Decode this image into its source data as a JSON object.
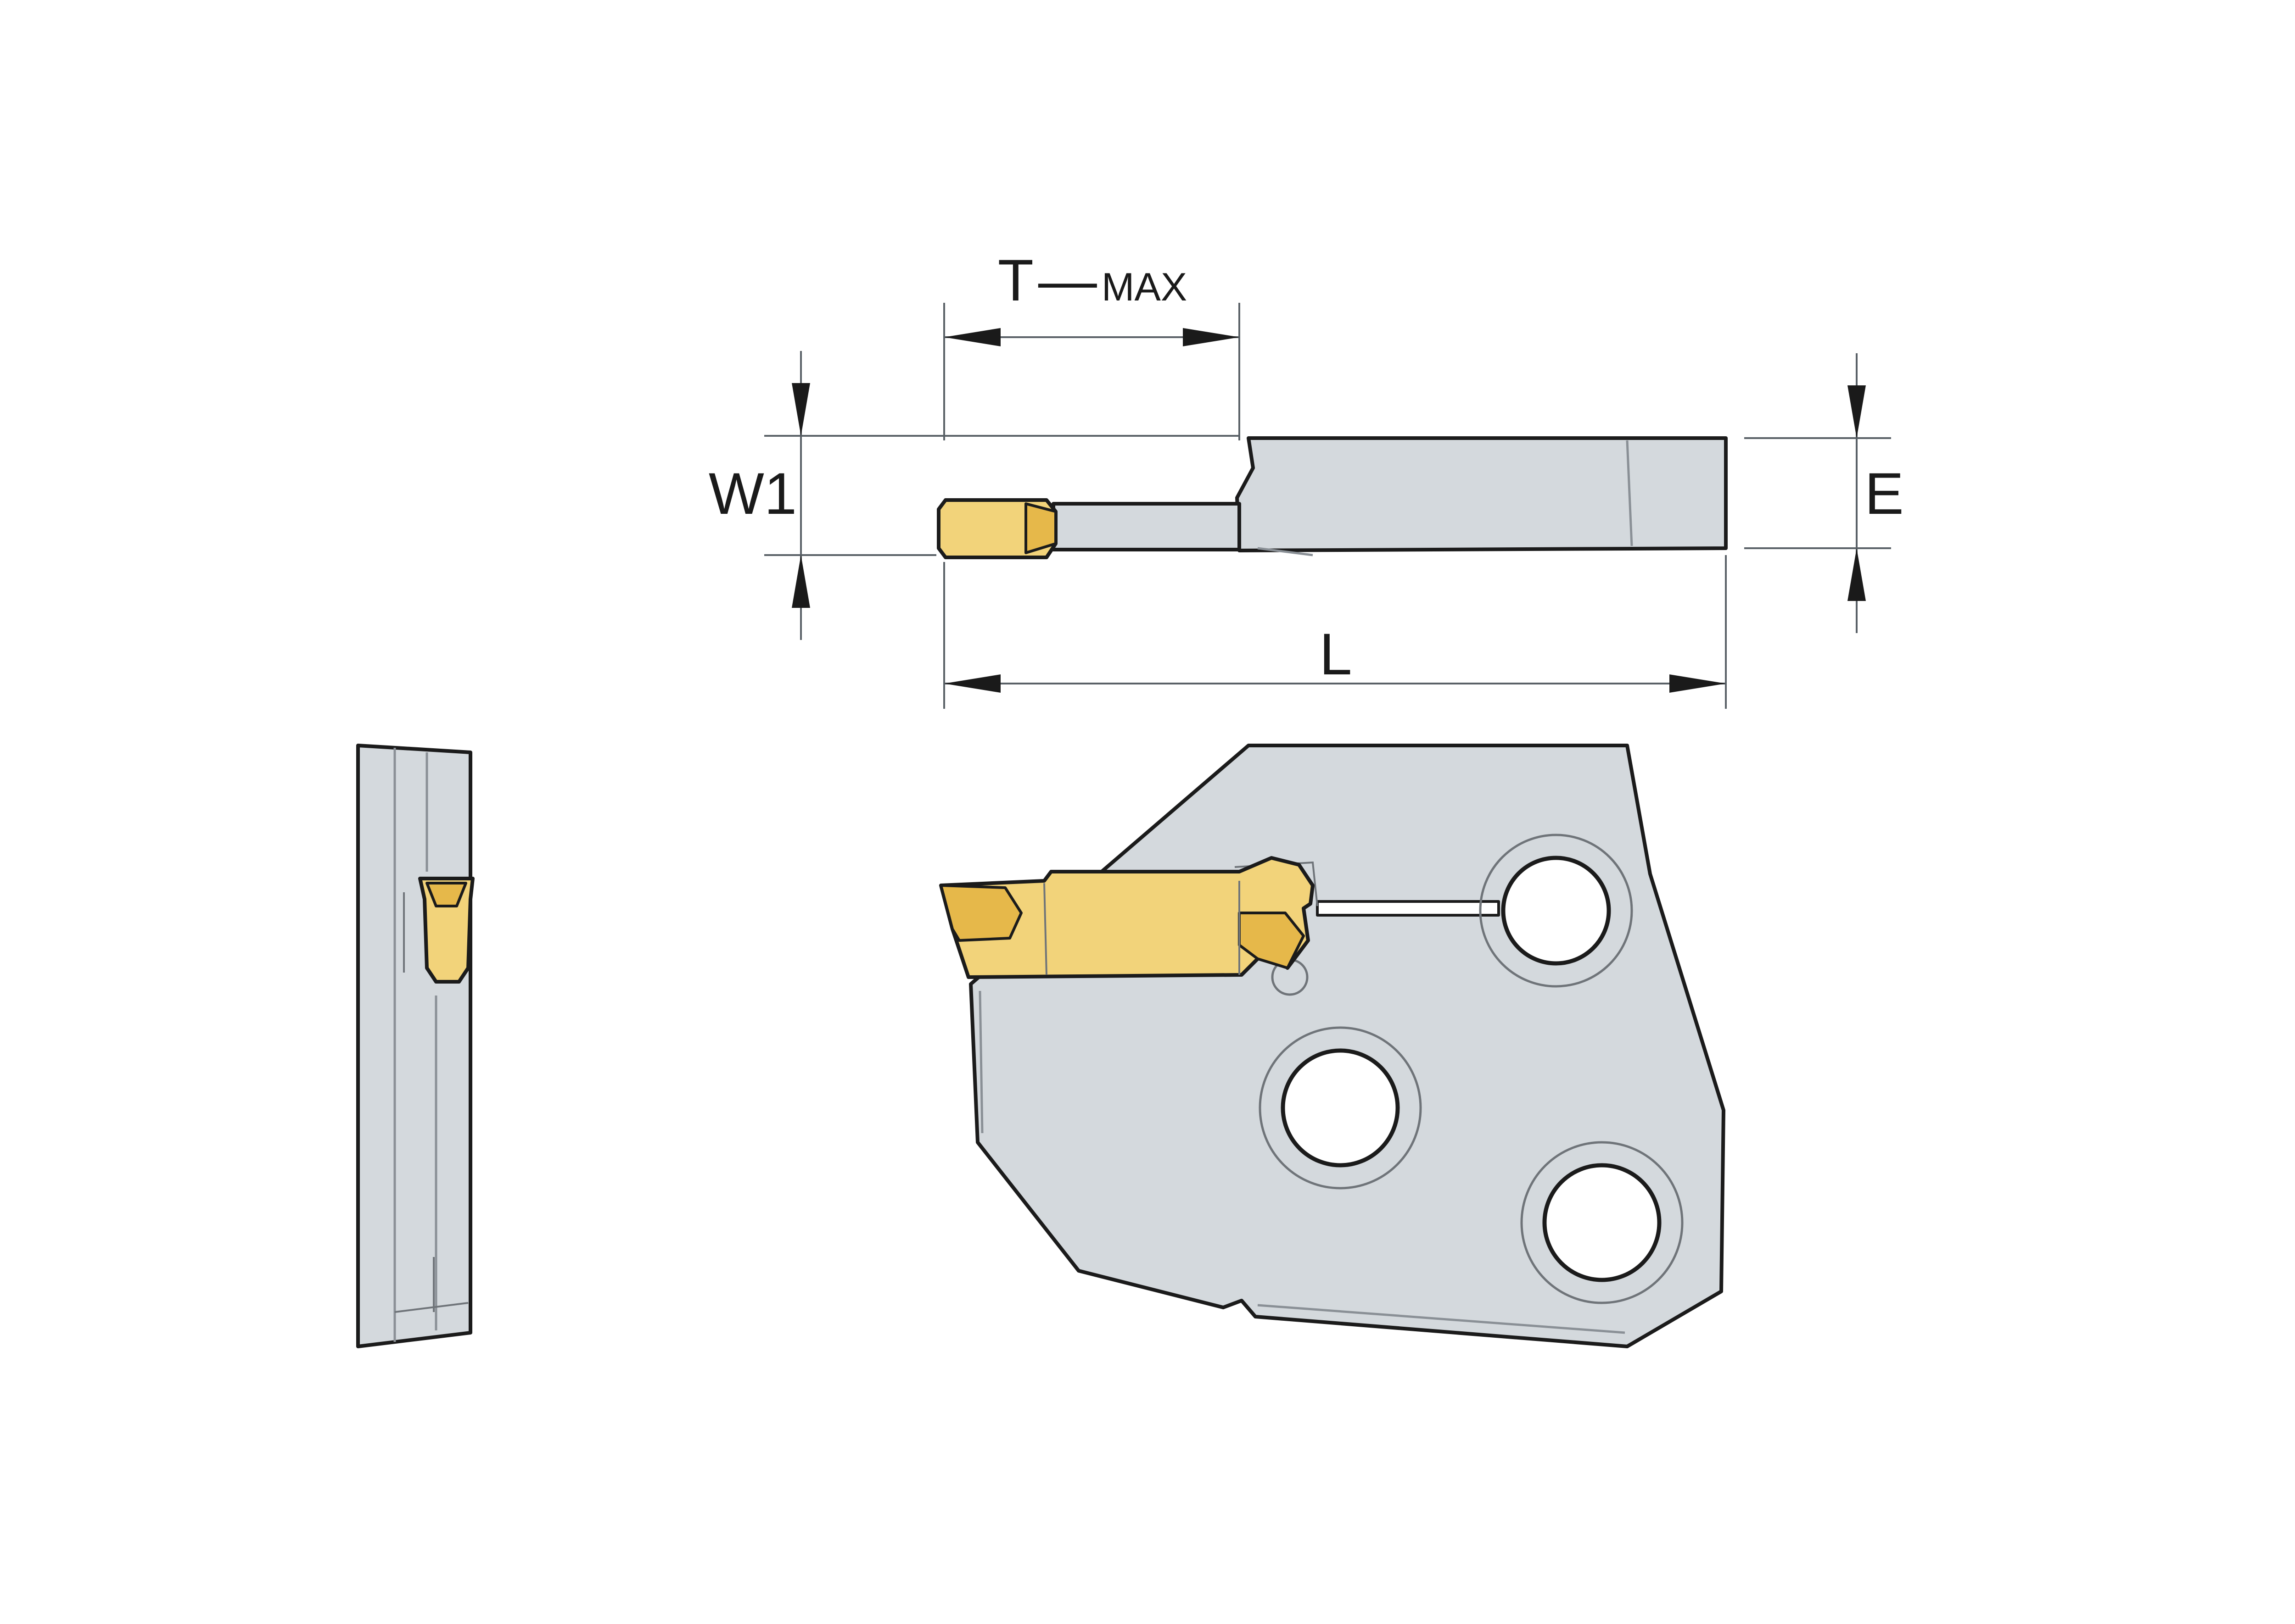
{
  "dimensions": {
    "t_max": {
      "main": "T",
      "suffix": "MAX"
    },
    "w1": "W1",
    "e": "E",
    "l": "L"
  },
  "colors": {
    "body": "#d4d9dd",
    "insert": "#f2d37a",
    "outline": "#1b1b1b"
  }
}
